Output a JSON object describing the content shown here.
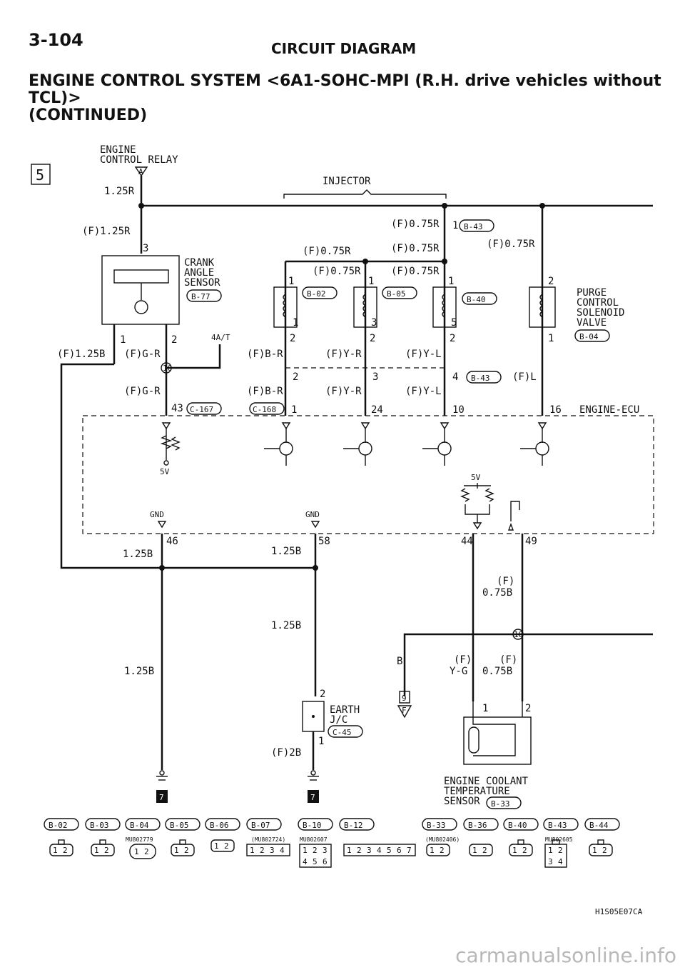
{
  "header": {
    "page_number": "3-104",
    "title": "CIRCUIT DIAGRAM",
    "system_title_line1": "ENGINE CONTROL SYSTEM <6A1-SOHC-MPI (R.H. drive vehicles without TCL)>",
    "system_title_line2": "(CONTINUED)"
  },
  "section_number": "5",
  "components": {
    "relay": {
      "line1": "ENGINE",
      "line2": "CONTROL RELAY",
      "terminal": "A"
    },
    "injector": "INJECTOR",
    "crank": {
      "l1": "CRANK",
      "l2": "ANGLE",
      "l3": "SENSOR",
      "conn": "B-77"
    },
    "purge": {
      "l1": "PURGE",
      "l2": "CONTROL",
      "l3": "SOLENOID",
      "l4": "VALVE",
      "conn": "B-04"
    },
    "ecu": "ENGINE-ECU",
    "earth": {
      "l1": "EARTH",
      "l2": "J/C",
      "conn": "C-45"
    },
    "coolant": {
      "l1": "ENGINE COOLANT",
      "l2": "TEMPERATURE",
      "l3": "SENSOR",
      "conn": "B-33"
    }
  },
  "wires": {
    "w125r": "1.25R",
    "wf125r": "(F)1.25R",
    "wf075r": "(F)0.75R",
    "wf125b": "(F)1.25B",
    "wfgr": "(F)G-R",
    "wfbr": "(F)B-R",
    "wfyr": "(F)Y-R",
    "wfyl": "(F)Y-L",
    "wfl": "(F)L",
    "w125b": "1.25B",
    "wf": "(F)",
    "w075b": "0.75B",
    "wb": "B",
    "wyg": "Y-G",
    "wf2b": "(F)2B",
    "at": "4A/T"
  },
  "connectors": {
    "b43": "B-43",
    "b02": "B-02",
    "b05": "B-05",
    "b40": "B-40",
    "c167": "C-167",
    "c168": "C-168"
  },
  "pins": {
    "p1": "1",
    "p2": "2",
    "p3": "3",
    "p4": "4",
    "p5": "5",
    "p10": "10",
    "p16": "16",
    "p24": "24",
    "p43": "43",
    "p44": "44",
    "p46": "46",
    "p49": "49",
    "p58": "58"
  },
  "circles": {
    "c16": "16",
    "c18": "18"
  },
  "ecu_internal": {
    "v5": "5V",
    "gnd": "GND"
  },
  "refs": {
    "ref7": "7",
    "ref9": "9",
    "refF": "F"
  },
  "legend": {
    "labels": [
      "B-02",
      "B-03",
      "B-04",
      "B-05",
      "B-06",
      "B-07",
      "B-10",
      "B-12",
      "B-33",
      "B-36",
      "B-40",
      "B-43",
      "B-44"
    ],
    "codes": [
      "MU802779",
      "(MU802724)",
      "MU802607",
      "(MU802406)",
      "MU802605"
    ],
    "pins": [
      "1",
      "2",
      "3",
      "4",
      "5",
      "6",
      "7"
    ]
  },
  "figure_code": "H1S05E07CA",
  "watermark": "carmanualsonline.info"
}
